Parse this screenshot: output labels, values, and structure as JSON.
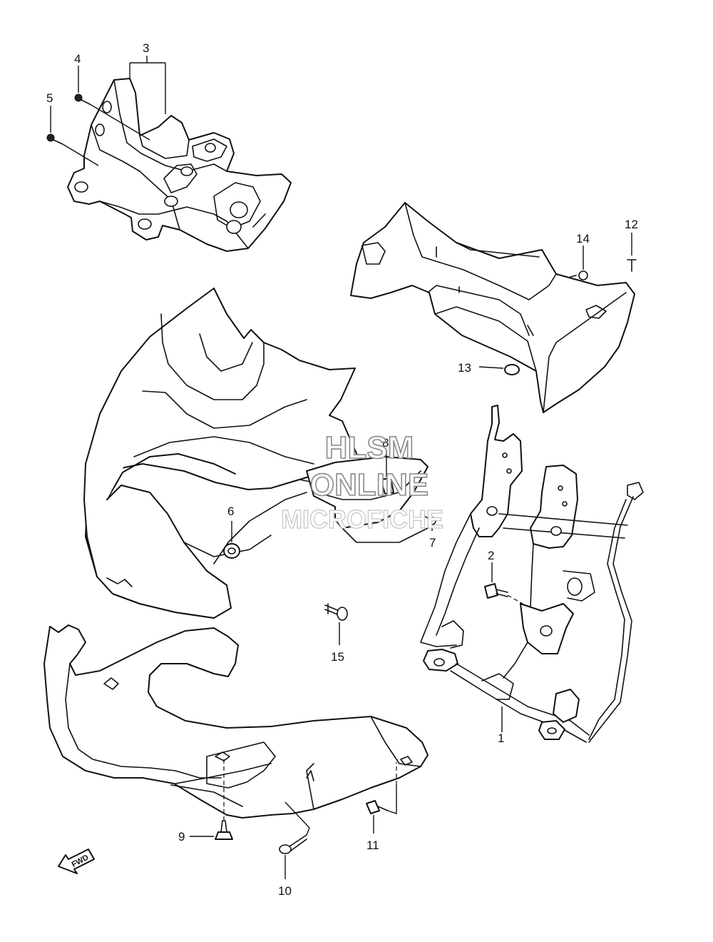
{
  "callouts": [
    "1",
    "2",
    "3",
    "4",
    "5",
    "6",
    "7",
    "8",
    "9",
    "10",
    "11",
    "12",
    "13",
    "14",
    "15"
  ],
  "watermark": {
    "line1": "HLSM",
    "line2": "ONLINE",
    "line3": "MICROFICHE"
  },
  "direction_indicator": "FWD"
}
